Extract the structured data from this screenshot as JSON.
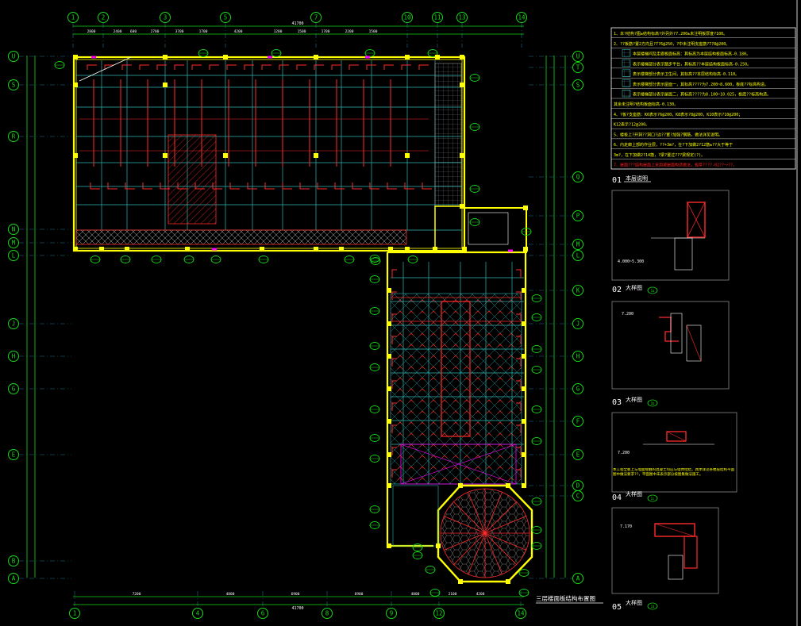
{
  "drawing": {
    "title": "三层楼面板结构布置图",
    "bg": "#000000",
    "colors": {
      "axis": "#16d916",
      "wall": "#ffff00",
      "beam_red": "#ff2a2a",
      "beam_cyan": "#2fb5b5",
      "dim": "#ffffff",
      "magenta": "#ff00ff",
      "note_yellow": "#ffff00",
      "note_red": "#ff2020"
    }
  },
  "axes": {
    "top": [
      "1",
      "2",
      "3",
      "5",
      "7",
      "10",
      "11",
      "13",
      "14"
    ],
    "bottom": [
      "1",
      "4",
      "6",
      "8",
      "9",
      "12",
      "14"
    ],
    "left": [
      "U",
      "S",
      "R",
      "N",
      "M",
      "L",
      "J",
      "H",
      "G",
      "E",
      "B",
      "A"
    ],
    "right": [
      "U",
      "T",
      "S",
      "Q",
      "P",
      "M",
      "L",
      "K",
      "J",
      "H",
      "G",
      "F",
      "E",
      "D",
      "C",
      "A"
    ]
  },
  "dims": {
    "top_overall": "41700",
    "bottom_overall": "41700",
    "top_segments": [
      "2800",
      "2400",
      "600",
      "2700",
      "3700",
      "1700",
      "4200",
      "1200",
      "1500",
      "1700",
      "2200",
      "1500"
    ],
    "bottom_segments": [
      "7200",
      "4800",
      "6900",
      "6900",
      "4800",
      "2100",
      "4200"
    ]
  },
  "notes": {
    "items": [
      {
        "text": "1、本?结构?图±结构标高?外另外?7.200±未注明板厚度?100。",
        "red": false
      },
      {
        "text": "2、??板筋?置2方向且?7?6@250，?中未注明支座筋?7?8@200。",
        "red": false
      },
      {
        "text": "本层楼梯间及走廊板面标高：其标高为本层结构板面标高-0.180。",
        "red": false
      },
      {
        "text": "表示楼梯部分表示踏步平台，其标高??本层结构板面标高-0.250。",
        "red": false
      },
      {
        "text": "表示楼梯部分表示卫生间，其标高??本层结构标高-0.110。",
        "red": false
      },
      {
        "text": "表示楼梯部分表示屋面一，其标高????为7.200~8.600，板底??标高构造。",
        "red": false
      },
      {
        "text": "表示楼梯部分表示屋面二，其标高????为8.100~10.025，板底??标高构造。",
        "red": false
      },
      {
        "text": "其余未注明?结构板面标高-0.130。",
        "red": false
      },
      {
        "text": "4、?板?支座筋：K6表示?6@200，K8表示?8@200，K10表示?10@200；",
        "red": false
      },
      {
        "text": "K12表示?12@200。",
        "red": false
      },
      {
        "text": "5、楼板上?开洞??洞口?边??置?加强?钢筋，做法详见说明。",
        "red": false
      },
      {
        "text": "6、内走廊上部的作业层，??+3m?，在?下加做2?12筋±??大于等于",
        "red": false
      },
      {
        "text": "3m?，在下加做2?14筋，?梁?置过???梁规定(?)。",
        "red": false
      },
      {
        "text": "7、屋面???结构屋面上采用坡屋面构造做法，板厚????-02??～??。",
        "red": true
      }
    ],
    "caption": "本层说明",
    "caption_num": "01"
  },
  "details": [
    {
      "num": "02",
      "label": "大样图",
      "ref": "1a"
    },
    {
      "num": "03",
      "label": "大样图",
      "ref": "1b"
    },
    {
      "num": "04",
      "label": "大样图",
      "ref": "1c"
    },
    {
      "num": "05",
      "label": "大样图",
      "ref": "1d"
    }
  ],
  "detail_texts": {
    "d2_level": "4.000~5.300",
    "d3_level": "7.200",
    "d4_level": "7.200",
    "d5_level": "7.170",
    "d4_note": "本工程全板上与墙面接触的混凝土均应与墙体拉结，具体详见各楼层结构平面图中做法要求??，平面图中未表示部分按图集做法施工。"
  }
}
